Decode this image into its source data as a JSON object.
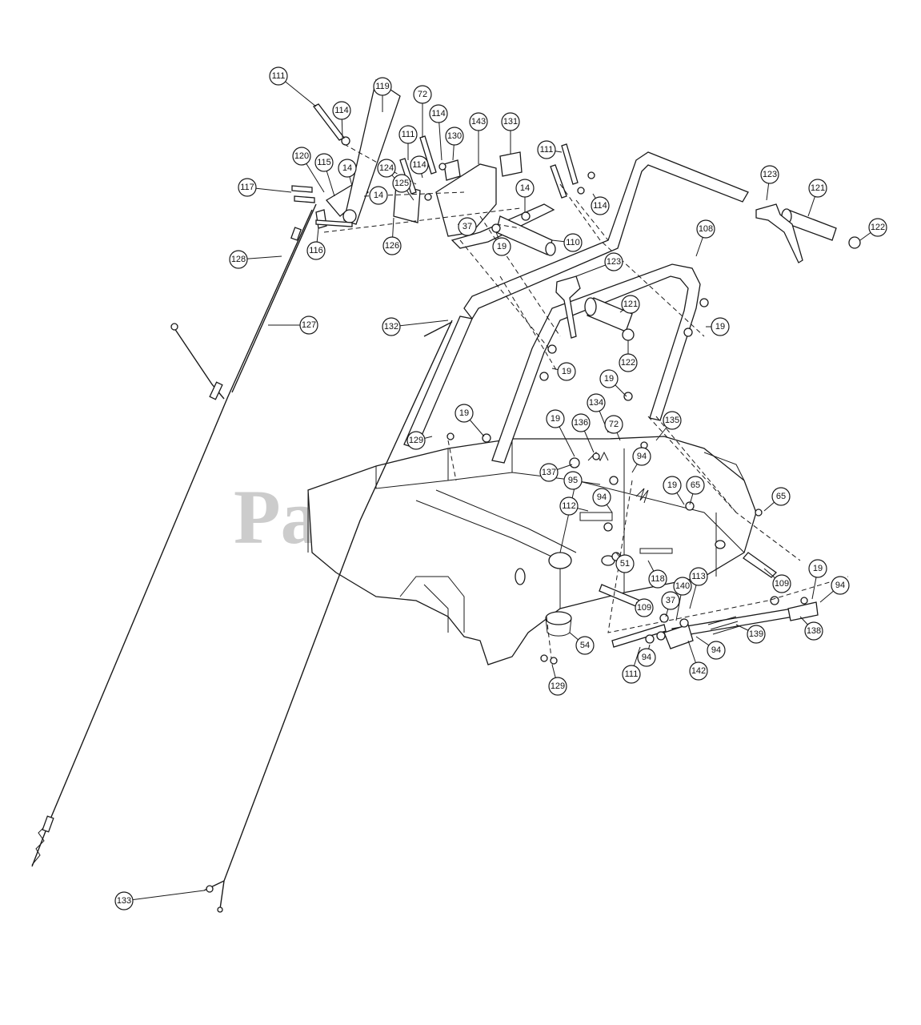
{
  "watermark": "PartsTree",
  "callouts": [
    {
      "n": "111"
    },
    {
      "n": "114"
    },
    {
      "n": "119"
    },
    {
      "n": "72"
    },
    {
      "n": "114"
    },
    {
      "n": "143"
    },
    {
      "n": "131"
    },
    {
      "n": "111"
    },
    {
      "n": "130"
    },
    {
      "n": "117"
    },
    {
      "n": "120"
    },
    {
      "n": "115"
    },
    {
      "n": "14"
    },
    {
      "n": "14"
    },
    {
      "n": "124"
    },
    {
      "n": "125"
    },
    {
      "n": "114"
    },
    {
      "n": "14"
    },
    {
      "n": "111"
    },
    {
      "n": "114"
    },
    {
      "n": "123"
    },
    {
      "n": "121"
    },
    {
      "n": "122"
    },
    {
      "n": "37"
    },
    {
      "n": "110"
    },
    {
      "n": "19"
    },
    {
      "n": "116"
    },
    {
      "n": "126"
    },
    {
      "n": "128"
    },
    {
      "n": "108"
    },
    {
      "n": "123"
    },
    {
      "n": "121"
    },
    {
      "n": "127"
    },
    {
      "n": "132"
    },
    {
      "n": "19"
    },
    {
      "n": "122"
    },
    {
      "n": "19"
    },
    {
      "n": "19"
    },
    {
      "n": "134"
    },
    {
      "n": "19"
    },
    {
      "n": "19"
    },
    {
      "n": "136"
    },
    {
      "n": "72"
    },
    {
      "n": "135"
    },
    {
      "n": "129"
    },
    {
      "n": "137"
    },
    {
      "n": "94"
    },
    {
      "n": "95"
    },
    {
      "n": "19"
    },
    {
      "n": "65"
    },
    {
      "n": "65"
    },
    {
      "n": "112"
    },
    {
      "n": "94"
    },
    {
      "n": "51"
    },
    {
      "n": "118"
    },
    {
      "n": "109"
    },
    {
      "n": "113"
    },
    {
      "n": "19"
    },
    {
      "n": "140"
    },
    {
      "n": "94"
    },
    {
      "n": "37"
    },
    {
      "n": "109"
    },
    {
      "n": "138"
    },
    {
      "n": "139"
    },
    {
      "n": "54"
    },
    {
      "n": "94"
    },
    {
      "n": "94"
    },
    {
      "n": "111"
    },
    {
      "n": "142"
    },
    {
      "n": "129"
    },
    {
      "n": "133"
    }
  ]
}
